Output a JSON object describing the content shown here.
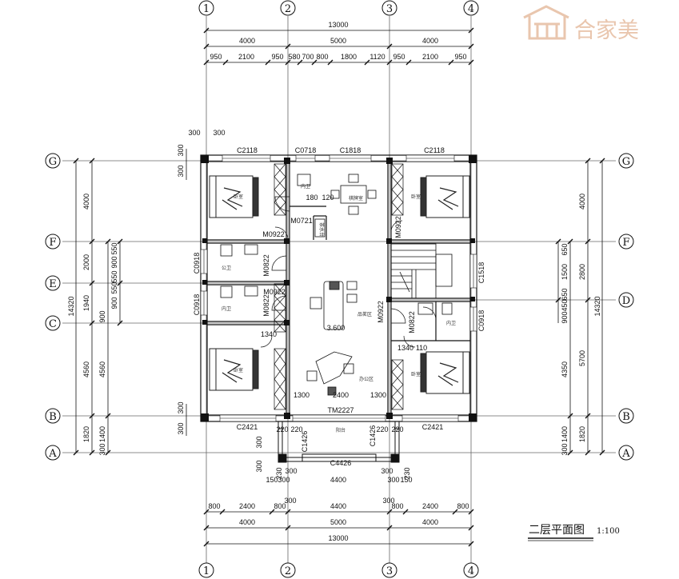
{
  "watermark": {
    "text": "合家美"
  },
  "title": {
    "text": "二层平面图",
    "scale": "1:100"
  },
  "axes": {
    "v_top": [
      "1",
      "2",
      "3",
      "4"
    ],
    "v_bottom": [
      "1",
      "2",
      "3",
      "4"
    ],
    "h_left": [
      "G",
      "F",
      "E",
      "C",
      "B",
      "A"
    ],
    "h_right": [
      "G",
      "F",
      "D",
      "B",
      "A"
    ]
  },
  "dims": {
    "top_total": "13000",
    "top_seg": [
      "4000",
      "5000",
      "4000"
    ],
    "top_detail": [
      "950",
      "2100",
      "950",
      "580",
      "700",
      "800",
      "1800",
      "1120",
      "950",
      "2100",
      "950"
    ],
    "top_300a": "300",
    "top_300b": "300",
    "bot_total": "13000",
    "bot_seg": [
      "4000",
      "5000",
      "4000"
    ],
    "bot_detail": [
      "800",
      "2400",
      "800",
      "4400",
      "800",
      "2400",
      "800"
    ],
    "bot_300a": "300",
    "bot_300b": "300",
    "left_total": "14320",
    "left_a": [
      "4000",
      "2000",
      "1940",
      "4560",
      "1820"
    ],
    "left_b": [
      "4560",
      "1400",
      "300"
    ],
    "left_c": [
      "550",
      "900",
      "550",
      "550",
      "900",
      "900"
    ],
    "left_small": [
      "300",
      "300",
      "300",
      "300"
    ],
    "right_total": "14320",
    "right_a": [
      "4000",
      "2800",
      "5700",
      "1820"
    ],
    "right_b": [
      "4350",
      "1400",
      "300"
    ],
    "right_c": [
      "650",
      "1500",
      "650",
      "450",
      "900"
    ],
    "balcony": [
      "4400",
      "150",
      "300",
      "300",
      "300",
      "150",
      "300",
      "300",
      "300"
    ],
    "inner": [
      "180",
      "120",
      "1340",
      "1340",
      "110",
      "1300",
      "2400",
      "1300",
      "220",
      "220",
      "220",
      "220",
      "230",
      "230",
      "3.600"
    ]
  },
  "windows": [
    "C2118",
    "C0718",
    "C1818",
    "C2118",
    "C0918",
    "C0918",
    "C2421",
    "C2421",
    "TM2227",
    "C1426",
    "C1426",
    "C4426",
    "C1518",
    "C0918"
  ],
  "doors": [
    "M0721",
    "M0922",
    "M0822",
    "M0922",
    "M0822",
    "M0922",
    "M0922",
    "M0822"
  ],
  "rooms": [
    "卧室",
    "卧室",
    "卧室",
    "卧室",
    "内卫",
    "内卫",
    "内卫",
    "公卫",
    "棋牌室",
    "品茗区",
    "办公区",
    "阳台",
    "茶水台"
  ]
}
